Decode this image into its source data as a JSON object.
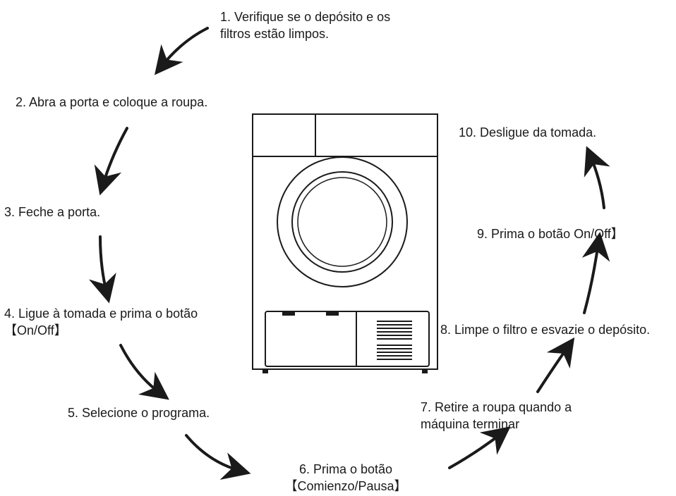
{
  "steps": [
    {
      "line1": "1. Verifique se o depósito e os",
      "line2": "filtros estão limpos."
    },
    {
      "line1": "2. Abra a porta e coloque a roupa."
    },
    {
      "line1": "3. Feche a porta."
    },
    {
      "line1": "4. Ligue à tomada e prima o botão",
      "line2": "【On/Off】"
    },
    {
      "line1": "5. Selecione o programa."
    },
    {
      "line1": "6. Prima o botão",
      "line2": "【Comienzo/Pausa】"
    },
    {
      "line1": "7. Retire a roupa quando a",
      "line2": "máquina terminar"
    },
    {
      "line1": "8. Limpe o filtro e esvazie o depósito."
    },
    {
      "line1": "9. Prima o botão On/Off】"
    },
    {
      "line1": "10. Desligue da tomada."
    }
  ],
  "colors": {
    "stroke": "#1a1a1a",
    "text": "#1a1a1a",
    "background": "#ffffff"
  },
  "illustration": "tumble-dryer"
}
